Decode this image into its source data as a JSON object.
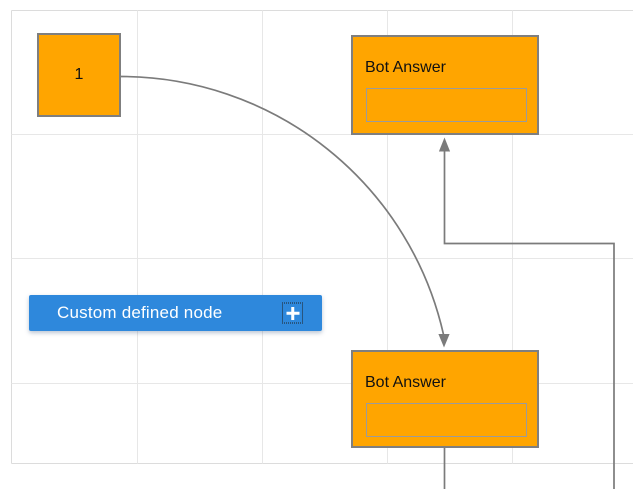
{
  "colors": {
    "canvas_bg": "#ffffff",
    "grid_line": "#e7e7e7",
    "canvas_border": "#dcdcdc",
    "node_fill": "#ffa500",
    "node_border": "#7f7f7f",
    "node_text": "#111111",
    "inner_box_border": "#9b9b9b",
    "connector": "#7b7b7b",
    "button_fill": "#2e88dc",
    "button_text": "#ffffff"
  },
  "diagram": {
    "nodes": {
      "start": {
        "label": "1"
      },
      "bot_answer_top": {
        "label": "Bot Answer",
        "input_value": ""
      },
      "bot_answer_bottom": {
        "label": "Bot Answer",
        "input_value": ""
      }
    },
    "connectors": [
      {
        "id": "bezier-curve",
        "type": "bezier",
        "arrow": "down-into-top-of-bottom-bot-answer"
      },
      {
        "id": "orthogonal-elbow",
        "type": "orthogonal",
        "arrow": "up-into-bottom-of-top-bot-answer"
      },
      {
        "id": "stub-below-bottom-bot-answer",
        "type": "straight",
        "arrow": "none"
      }
    ]
  },
  "palette": {
    "custom_node_label": "Custom defined node",
    "icon": "plus-icon"
  }
}
